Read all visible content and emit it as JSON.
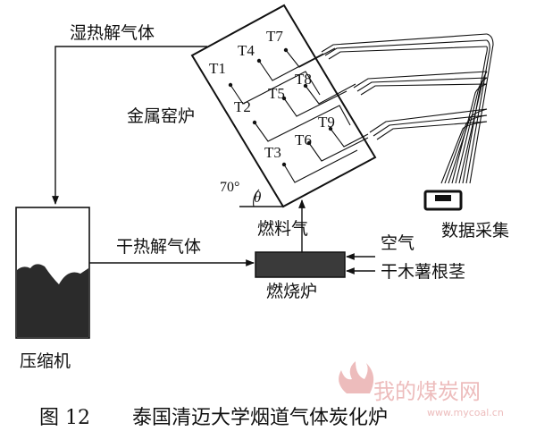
{
  "labels": {
    "wet_gas": "湿热解气体",
    "kiln": "金属窑炉",
    "dry_gas": "干热解气体",
    "fuel_gas": "燃料气",
    "air": "空气",
    "cassava": "干木薯根茎",
    "burner": "燃烧炉",
    "compressor": "压缩机",
    "data_acq": "数据采集",
    "angle_value": "70°",
    "angle_symbol": "θ"
  },
  "thermocouples": [
    "T1",
    "T2",
    "T3",
    "T4",
    "T5",
    "T6",
    "T7",
    "T8",
    "T9"
  ],
  "caption": {
    "number": "图 12",
    "text": "泰国清迈大学烟道气体炭化炉"
  },
  "watermark": {
    "name": "我的煤炭网",
    "url": "www.mycoal.cn"
  },
  "colors": {
    "ink": "#111111",
    "liquid": "#2b2b2b",
    "burner_fill": "#3a3a3a",
    "watermark": "#e7a6a6"
  }
}
